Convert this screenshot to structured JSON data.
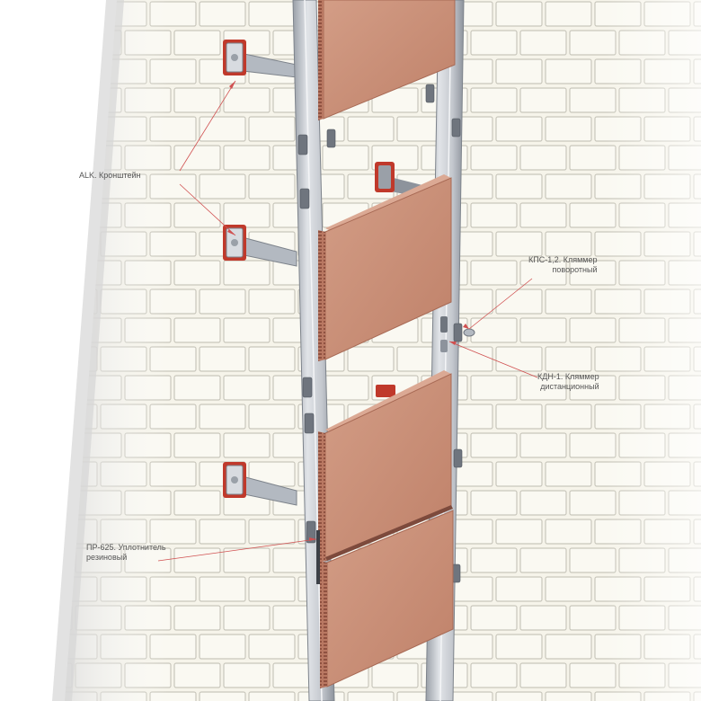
{
  "labels": {
    "bracket": {
      "line1": "ALK. Кронштейн"
    },
    "rotary_clamp": {
      "line1": "КПС-1,2. Кляммер",
      "line2": "поворотный"
    },
    "distance_clamp": {
      "line1": "КДН-1. Кляммер",
      "line2": "дистанционный"
    },
    "seal": {
      "line1": "ПР-625. Уплотнитель",
      "line2": "резиновый"
    }
  },
  "colors": {
    "brick_fill": "#f6f4ea",
    "mortar": "#c9c7bc",
    "wall_shadow": "#cfcfcf",
    "rail": "#c9ccd2",
    "rail_dark": "#8d939c",
    "tile": "#c98e76",
    "tile_edge": "#a86a55",
    "tile_top": "#dba994",
    "gasket": "#c0392b",
    "leader": "#d05050"
  }
}
